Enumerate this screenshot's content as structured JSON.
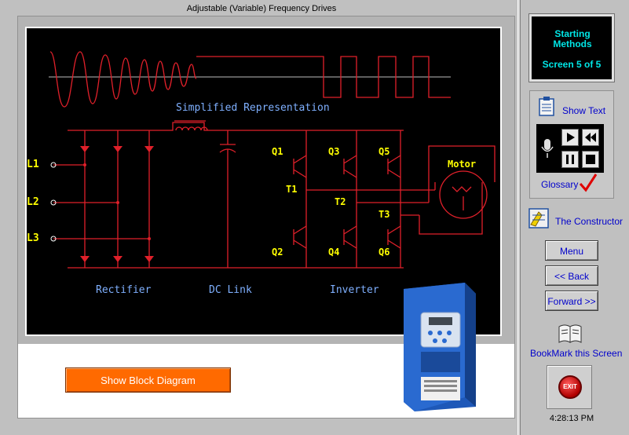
{
  "window": {
    "title": "Adjustable (Variable) Frequency Drives"
  },
  "diagram": {
    "heading": "Simplified Representation",
    "lines": [
      "L1",
      "L2",
      "L3"
    ],
    "transistors": [
      "Q1",
      "Q3",
      "Q5",
      "Q2",
      "Q4",
      "Q6"
    ],
    "terminals": [
      "T1",
      "T2",
      "T3"
    ],
    "motor_label": "Motor",
    "section_labels": [
      "Rectifier",
      "DC Link",
      "Inverter"
    ],
    "colors": {
      "circuit": "#e0202a",
      "label_yellow": "#ffff00",
      "label_blue": "#7fb0ff",
      "background": "#000000"
    }
  },
  "lower": {
    "block_diagram_button": "Show Block Diagram"
  },
  "sidebar": {
    "status": {
      "title": "Starting Methods",
      "screen": "Screen 5 of 5"
    },
    "show_text": "Show Text",
    "glossary": "Glossary",
    "constructor": "The Constructor",
    "menu": "Menu",
    "back": "<< Back",
    "forward": "Forward >>",
    "bookmark": "BookMark this Screen",
    "exit": "EXIT",
    "clock": "4:28:13 PM"
  },
  "icons": [
    "clipboard-icon",
    "microphone-icon",
    "play-icon",
    "rewind-icon",
    "pause-icon",
    "stop-icon",
    "checkmark-icon",
    "constructor-icon",
    "book-icon",
    "exit-icon"
  ]
}
